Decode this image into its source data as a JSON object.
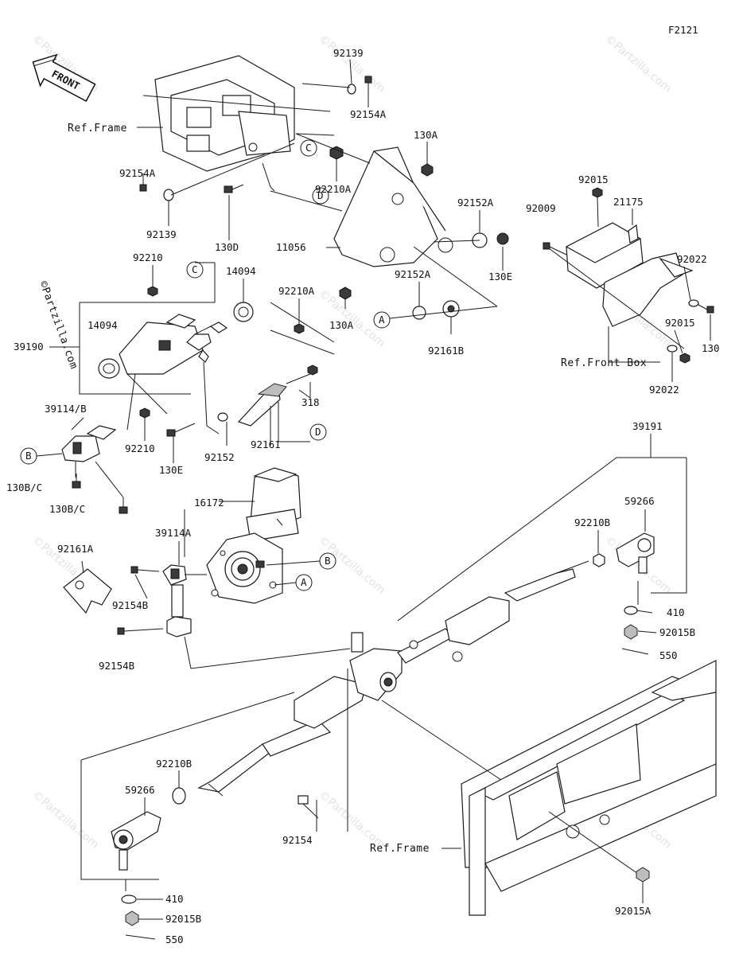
{
  "diagram": {
    "code": "F2121",
    "front_label": "FRONT",
    "copyright": "©Partzilla.com",
    "watermark": "©Partzilla.com",
    "refs": {
      "frame_top": "Ref.Frame",
      "front_box": "Ref.Front Box",
      "frame_bottom": "Ref.Frame"
    },
    "callouts": [
      "A",
      "B",
      "C",
      "D"
    ],
    "labels": {
      "92139_top": "92139",
      "92154A_top": "92154A",
      "130A_top": "130A",
      "92154A_left": "92154A",
      "92210A_top": "92210A",
      "92139_left": "92139",
      "130D": "130D",
      "92152A_top": "92152A",
      "11056": "11056",
      "130E_right": "130E",
      "92152A_mid": "92152A",
      "130A_mid": "130A",
      "92161B": "92161B",
      "92210": "92210",
      "14094_right": "14094",
      "92210A_mid": "92210A",
      "14094_left": "14094",
      "39190": "39190",
      "318": "318",
      "39114B": "39114/B",
      "92210_low": "92210",
      "92152": "92152",
      "92161": "92161",
      "130E_low": "130E",
      "130BC_a": "130B/C",
      "130BC_b": "130B/C",
      "16172": "16172",
      "39114A": "39114A",
      "92161A": "92161A",
      "92154B_a": "92154B",
      "92154B_b": "92154B",
      "92015_box": "92015",
      "21175": "21175",
      "92009": "92009",
      "92022_a": "92022",
      "92015_b": "92015",
      "130_box": "130",
      "92022_b": "92022",
      "39191": "39191",
      "59266_right": "59266",
      "92210B_right": "92210B",
      "410_right": "410",
      "92015B_right": "92015B",
      "550_right": "550",
      "92210B_left": "92210B",
      "59266_left": "59266",
      "92154": "92154",
      "410_left": "410",
      "92015B_left": "92015B",
      "550_left": "550",
      "92015A": "92015A"
    }
  }
}
